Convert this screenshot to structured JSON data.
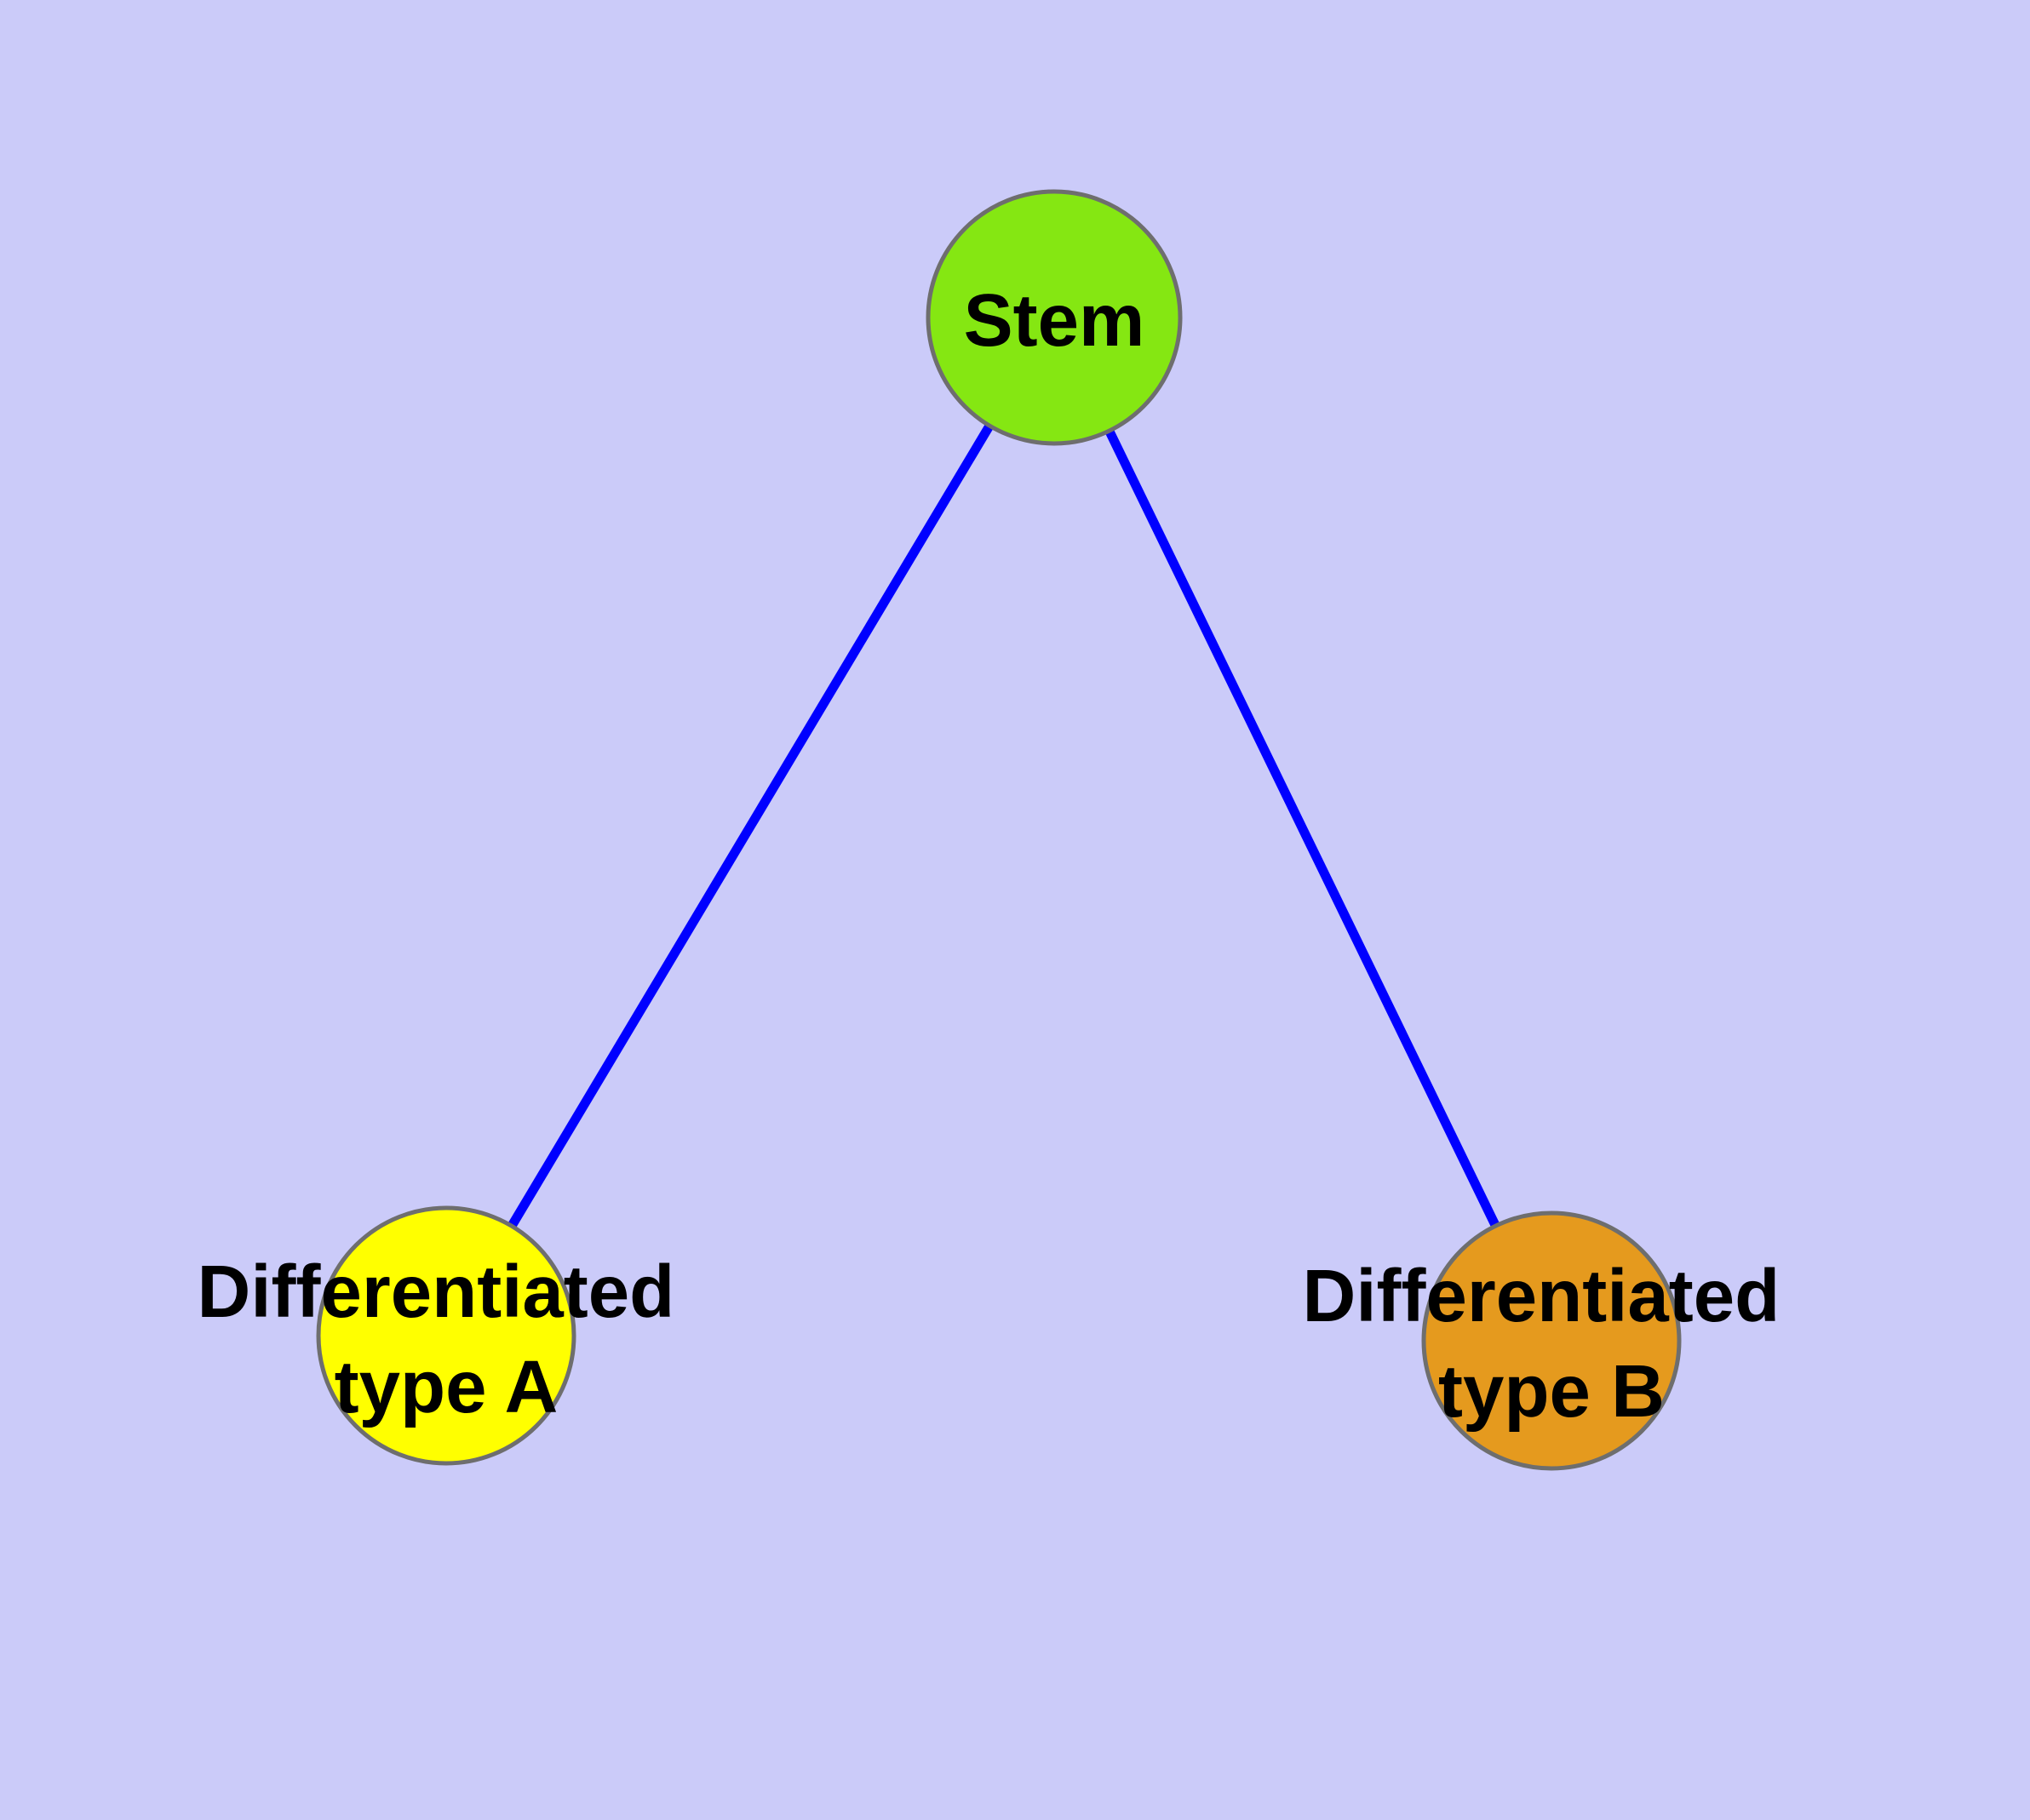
{
  "diagram": {
    "type": "node-link-graph",
    "background_color": "#CBCBF9",
    "edge_color": "#0000FF",
    "node_border_color": "#6E6E6E",
    "label_color": "#000000",
    "nodes": [
      {
        "id": "stem",
        "label": "Stem",
        "fill": "#85E712"
      },
      {
        "id": "differentiated-type-a",
        "label": "Differentiated type A",
        "label_line1": "Differentiated",
        "label_line2": "type A",
        "fill": "#FFFF00"
      },
      {
        "id": "differentiated-type-b",
        "label": "Differentiated type B",
        "label_line1": "Differentiated",
        "label_line2": "type B",
        "fill": "#E59A1E"
      }
    ],
    "edges": [
      {
        "from": "Stem",
        "to": "Differentiated type A"
      },
      {
        "from": "Stem",
        "to": "Differentiated type B"
      }
    ]
  }
}
